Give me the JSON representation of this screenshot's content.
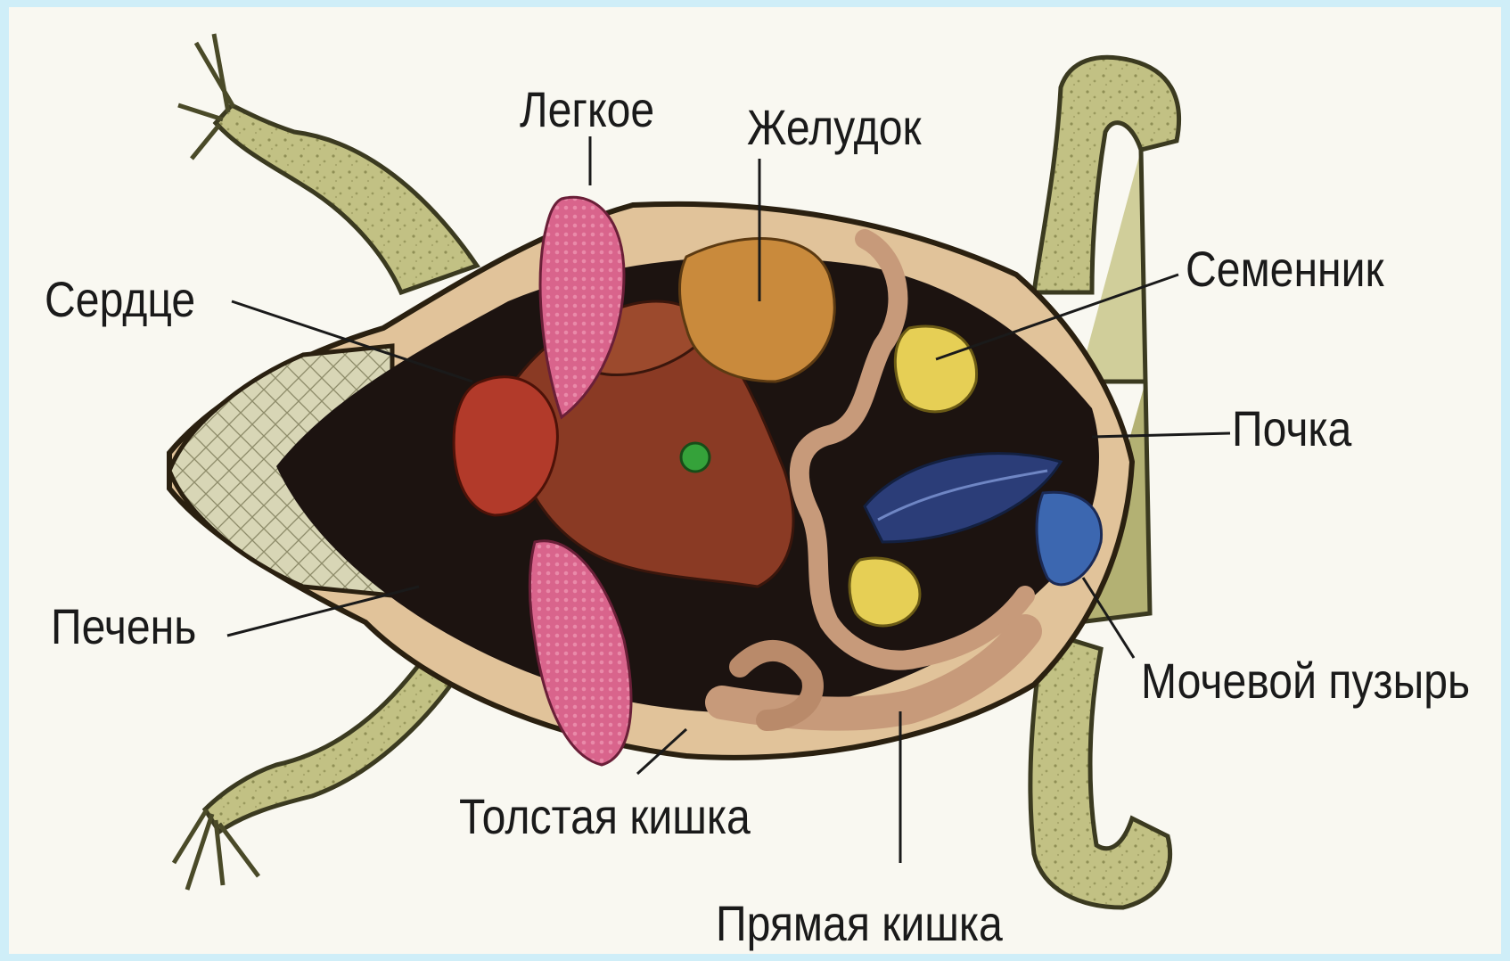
{
  "labels": {
    "lung": "Легкое",
    "stomach": "Желудок",
    "testis": "Семенник",
    "heart": "Сердце",
    "kidney": "Почка",
    "liver": "Печень",
    "bladder": "Мочевой пузырь",
    "large_intestine": "Толстая кишка",
    "rectum": "Прямая кишка"
  },
  "colors": {
    "page_border": "#cfeef8",
    "paper": "#f9f8f1",
    "skin": "#b8b877",
    "body_cavity": "#1c1310",
    "lung": "#d9648c",
    "liver": "#8a3a24",
    "stomach": "#c98a3c",
    "testis": "#e6cf55",
    "kidney": "#2b3d78",
    "bladder": "#3c67b0",
    "heart": "#b23a2a",
    "intestine": "#c79a7a"
  }
}
